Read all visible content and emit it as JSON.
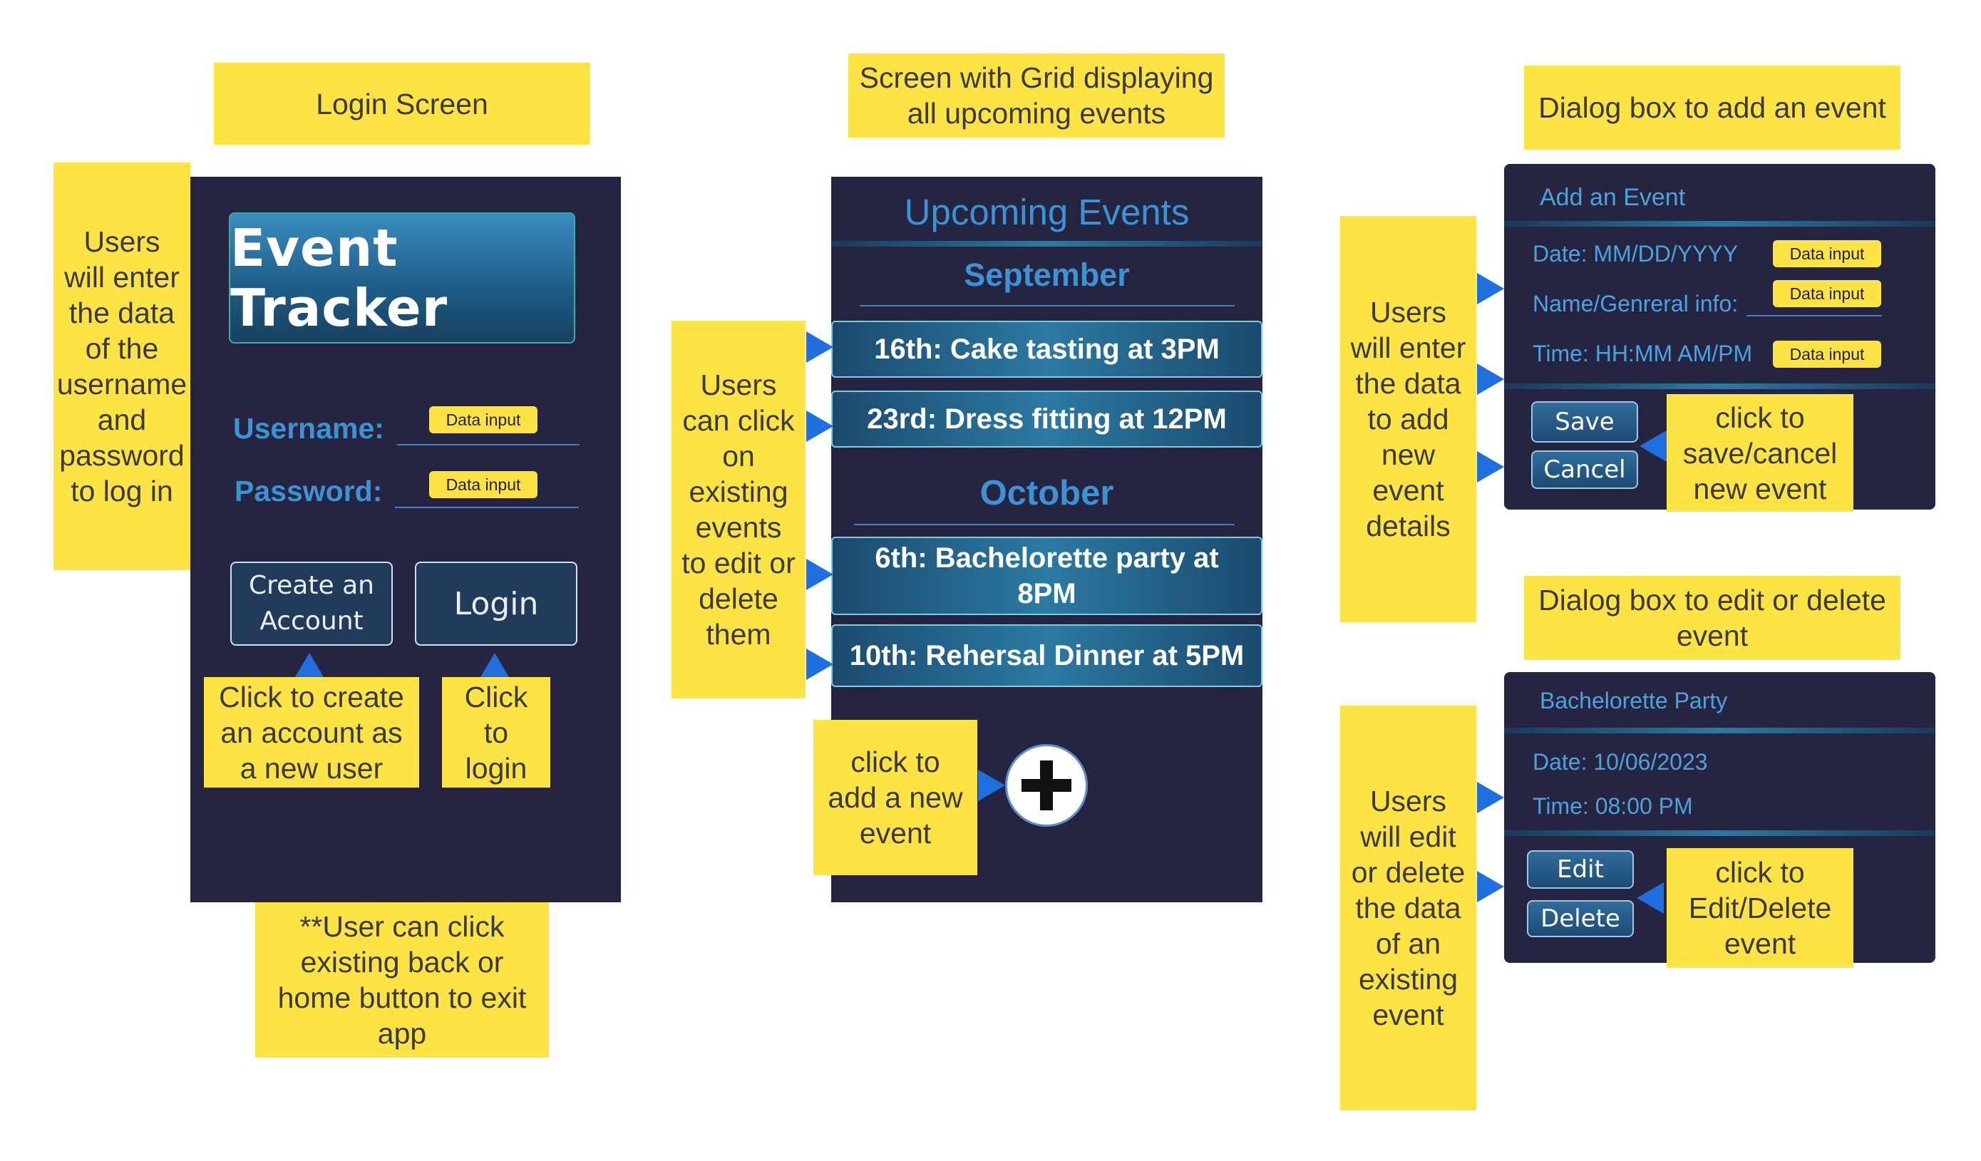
{
  "login": {
    "title_note": "Login Screen",
    "app_title": "Event Tracker",
    "username_label": "Username:",
    "password_label": "Password:",
    "data_input_tag": "Data input",
    "create_button": "Create an\nAccount",
    "login_button": "Login",
    "note_enter_data": "Users\nwill enter\nthe data\nof the\nusername\nand\npassword\nto log in",
    "note_create": "Click to create\nan account as\na new user",
    "note_login": "Click\nto\nlogin",
    "note_exit": "**User can click\nexisting back or\nhome button to exit\napp"
  },
  "events_screen": {
    "title_note": "Screen with Grid displaying\nall upcoming events",
    "header": "Upcoming Events",
    "months": [
      "September",
      "October"
    ],
    "events": [
      "16th: Cake tasting at 3PM",
      "23rd: Dress fitting at 12PM",
      "6th: Bachelorette party at\n8PM",
      "10th: Rehersal Dinner at 5PM"
    ],
    "note_edit": "Users\ncan click\non\nexisting\nevents\nto edit or\ndelete\nthem",
    "note_add": "click to\nadd a new\nevent",
    "add_icon": "plus-icon"
  },
  "add_dialog": {
    "title_note": "Dialog box to add an event",
    "title": "Add an Event",
    "date_label": "Date: MM/DD/YYYY",
    "name_label": "Name/Genreral info:",
    "time_label": "Time: HH:MM AM/PM",
    "data_input_tag": "Data input",
    "save_button": "Save",
    "cancel_button": "Cancel",
    "note_enter": "Users\nwill enter\nthe data\nto add\nnew\nevent\ndetails",
    "note_save": "click to\nsave/cancel\nnew event"
  },
  "edit_dialog": {
    "title_note": "Dialog box to edit or delete\nevent",
    "title": "Bachelorette Party",
    "date_label": "Date: 10/06/2023",
    "time_label": "Time: 08:00 PM",
    "edit_button": "Edit",
    "delete_button": "Delete",
    "note_edit": "Users\nwill edit\nor delete\nthe data\nof an\nexisting\nevent",
    "note_buttons": "click to\nEdit/Delete\nevent"
  },
  "colors": {
    "note": "#fde444",
    "panel": "#252541",
    "arrow": "#1f6fe0",
    "accent_blue": "#3b93d6"
  }
}
